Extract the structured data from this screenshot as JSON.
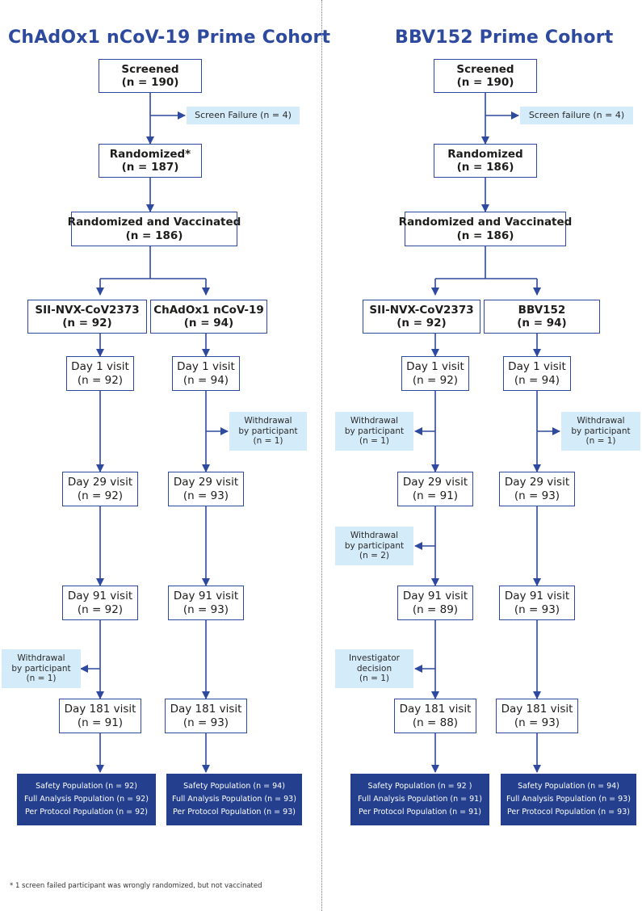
{
  "colors": {
    "primary": "#2e4a9e",
    "note_bg": "#d4ebf9",
    "final_bg": "#233f8e",
    "divider": "#7a7a7a"
  },
  "left": {
    "title": "ChAdOx1 nCoV-19 Prime Cohort",
    "screened": {
      "label": "Screened",
      "n": "(n = 190)"
    },
    "screen_failure": "Screen Failure (n = 4)",
    "randomized": {
      "label": "Randomized*",
      "n": "(n = 187)"
    },
    "randomized_vaccinated": {
      "label": "Randomized and Vaccinated",
      "n": "(n = 186)"
    },
    "arms": [
      {
        "label": "SII-NVX-CoV2373",
        "n": "(n = 92)",
        "visits": [
          {
            "label": "Day 1 visit",
            "n": "(n = 92)"
          },
          {
            "label": "Day 29 visit",
            "n": "(n =  92)"
          },
          {
            "label": "Day 91 visit",
            "n": "(n =  92)"
          },
          {
            "label": "Day 181 visit",
            "n": "(n =  91)"
          }
        ],
        "withdrawal": {
          "line1": "Withdrawal",
          "line2": "by participant",
          "line3": "(n = 1)"
        },
        "populations": {
          "safety": "Safety Population (n = 92)",
          "full": "Full Analysis Population (n = 92)",
          "per_protocol": "Per Protocol Population (n = 92)"
        }
      },
      {
        "label": "ChAdOx1 nCoV-19",
        "n": "(n = 94)",
        "visits": [
          {
            "label": "Day 1 visit",
            "n": "(n = 94)"
          },
          {
            "label": "Day 29 visit",
            "n": "(n =  93)"
          },
          {
            "label": "Day 91 visit",
            "n": "(n =  93)"
          },
          {
            "label": "Day 181 visit",
            "n": "(n =  93)"
          }
        ],
        "withdrawal": {
          "line1": "Withdrawal",
          "line2": "by participant",
          "line3": "(n = 1)"
        },
        "populations": {
          "safety": "Safety Population (n = 94)",
          "full": "Full Analysis Population (n = 93)",
          "per_protocol": "Per Protocol Population (n = 93)"
        }
      }
    ]
  },
  "right": {
    "title": "BBV152 Prime Cohort",
    "screened": {
      "label": "Screened",
      "n": "(n = 190)"
    },
    "screen_failure": "Screen failure (n = 4)",
    "randomized": {
      "label": "Randomized",
      "n": "(n = 186)"
    },
    "randomized_vaccinated": {
      "label": "Randomized and Vaccinated",
      "n": "(n = 186)"
    },
    "arms": [
      {
        "label": "SII-NVX-CoV2373",
        "n": "(n = 92)",
        "visits": [
          {
            "label": "Day 1 visit",
            "n": "(n = 92)"
          },
          {
            "label": "Day 29 visit",
            "n": "(n =  91)"
          },
          {
            "label": "Day 91 visit",
            "n": "(n =  89)"
          },
          {
            "label": "Day 181 visit",
            "n": "(n =  88)"
          }
        ],
        "withdrawal_1": {
          "line1": "Withdrawal",
          "line2": "by participant",
          "line3": "(n = 1)"
        },
        "withdrawal_2": {
          "line1": "Withdrawal",
          "line2": "by participant",
          "line3": "(n = 2)"
        },
        "investigator": {
          "line1": "Investigator",
          "line2": "decision",
          "line3": "(n = 1)"
        },
        "populations": {
          "safety": "Safety Population (n = 92 )",
          "full": "Full Analysis Population (n = 91)",
          "per_protocol": "Per Protocol Population (n = 91)"
        }
      },
      {
        "label": "BBV152",
        "n": "(n = 94)",
        "visits": [
          {
            "label": "Day 1 visit",
            "n": "(n = 94)"
          },
          {
            "label": "Day 29 visit",
            "n": "(n =  93)"
          },
          {
            "label": "Day 91 visit",
            "n": "(n =  93)"
          },
          {
            "label": "Day 181 visit",
            "n": "(n =  93)"
          }
        ],
        "withdrawal": {
          "line1": "Withdrawal",
          "line2": "by participant",
          "line3": "(n = 1)"
        },
        "populations": {
          "safety": "Safety Population (n = 94)",
          "full": "Full Analysis Population (n = 93)",
          "per_protocol": "Per Protocol Population (n = 93)"
        }
      }
    ]
  },
  "footnote": "* 1 screen failed participant was wrongly randomized, but not vaccinated"
}
